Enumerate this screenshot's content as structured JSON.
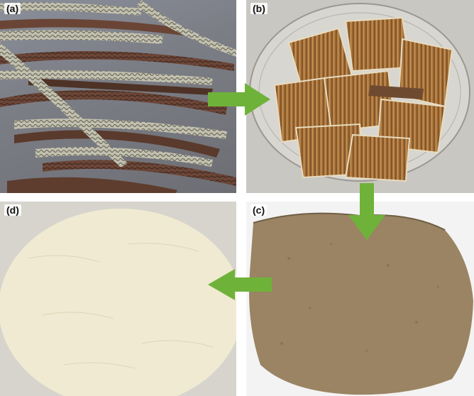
{
  "panels": [
    {
      "id": "a",
      "label": "(a)"
    },
    {
      "id": "b",
      "label": "(b)"
    },
    {
      "id": "c",
      "label": "(c)"
    },
    {
      "id": "d",
      "label": "(d)"
    }
  ],
  "colors": {
    "arrow": "#6fb23a",
    "pod_dark": "#5a3a2c",
    "pod_light": "#b9b8a8",
    "flake": "#a8723a",
    "sheet_brown": "#9a8463",
    "sheet_cream": "#f1ead2"
  }
}
